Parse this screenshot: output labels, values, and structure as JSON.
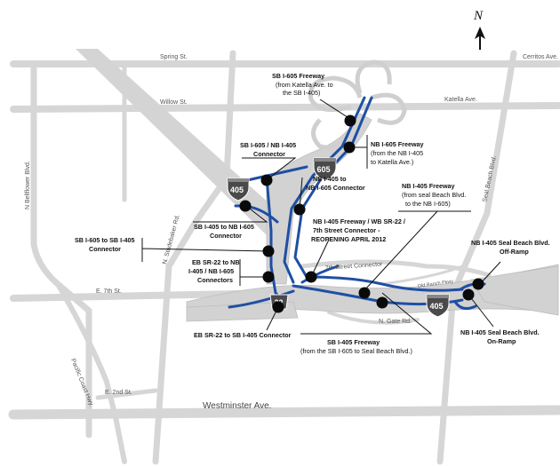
{
  "north": "N",
  "streets": {
    "spring": "Spring St.",
    "cerritos": "Cerritos Ave.",
    "willow": "Willow St.",
    "katella": "Katella Ave.",
    "bellflower": "N Bellflower Blvd.",
    "studebaker": "N. Studebaker Rd.",
    "seal_beach": "Seal Beach Blvd.",
    "seventh": "E. 7th St.",
    "seventh_connector": "7th Street Connector",
    "old_ranch": "Old Ranch Pkwy",
    "gate": "N. Gate Rd.",
    "pch": "Pacific Coast Hwy.",
    "second": "E. 2nd St.",
    "westminster": "Westminster Ave."
  },
  "shields": {
    "i605": "605",
    "i405": "405",
    "i405_east": "405",
    "sr22": "22"
  },
  "callouts": {
    "sb605_fwy": {
      "title": "SB I-605 Freeway",
      "sub1": "(from Katella Ave. to",
      "sub2": "the SB I-405)"
    },
    "nb605_fwy": {
      "title": "NB I-605 Freeway",
      "sub1": "(from the NB I-405",
      "sub2": "to Katella Ave.)"
    },
    "sb605_nb405": {
      "line1": "SB I-605 / NB I-405",
      "line2": "Connector"
    },
    "nb405_nb605": {
      "line1": "NB I-405 to",
      "line2": "NB I-605 Connector"
    },
    "nb405_fwy": {
      "title": "NB I-405 Freeway",
      "sub1": "(from seal Beach Blvd.",
      "sub2": "to the NB I-605)"
    },
    "sb405_nb605": {
      "line1": "SB I-405 to NB I-605",
      "line2": "Connector"
    },
    "sb605_sb405": {
      "line1": "SB I-605 to SB I-405",
      "line2": "Connector"
    },
    "nb405_wb22": {
      "line1": "NB I-405 Freeway / WB SR-22 /",
      "line2": "7th Street Connector -",
      "line3": "REOPENING APRIL 2012"
    },
    "eb22_nb": {
      "line1": "EB SR-22 to NB",
      "line2": "I-405 / NB I-605",
      "line3": "Connectors"
    },
    "nb405_seal_off": {
      "line1": "NB I-405 Seal Beach Blvd.",
      "line2": "Off-Ramp"
    },
    "nb405_seal_on": {
      "line1": "NB I-405 Seal Beach Blvd.",
      "line2": "On-Ramp"
    },
    "eb22_sb405": {
      "line1": "EB SR-22 to SB I-405 Connector"
    },
    "sb405_fwy": {
      "title": "SB I-405 Freeway",
      "sub1": "(from the SB I-605 to Seal Beach Blvd.)"
    }
  },
  "colors": {
    "road": "#d4d4d4",
    "road_edge": "#b8b8b8",
    "highlight": "#1f4fa3",
    "marker": "#0a0a0a"
  }
}
